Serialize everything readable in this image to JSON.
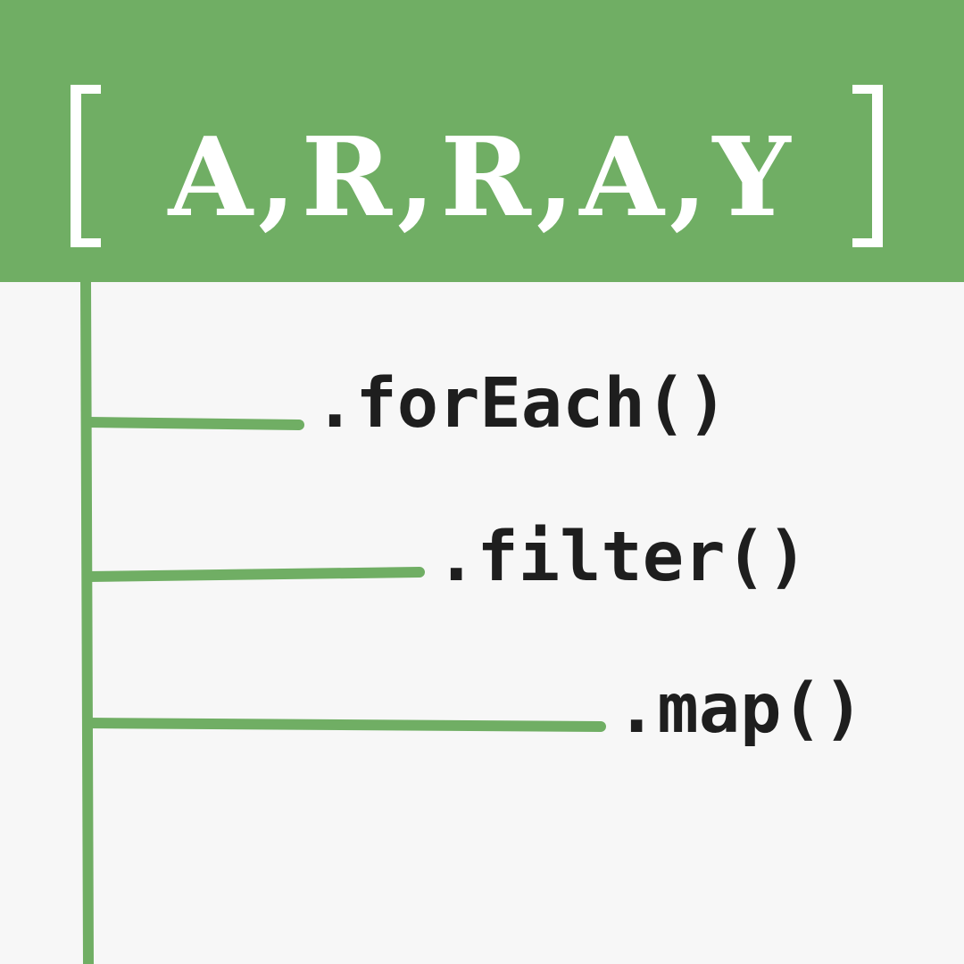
{
  "title": "A,R,R,A,Y",
  "colors": {
    "accent": "#70ae64",
    "background": "#f7f7f7",
    "text": "#1e1e1e",
    "title_text": "#ffffff"
  },
  "methods": [
    ".forEach()",
    ".filter()",
    ".map()"
  ]
}
